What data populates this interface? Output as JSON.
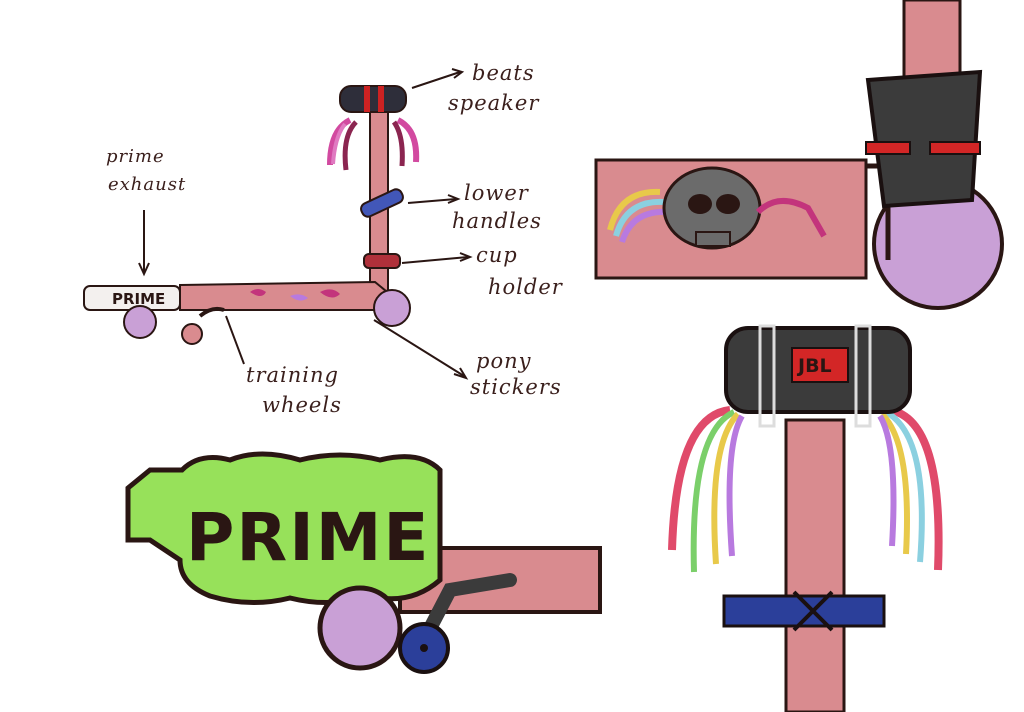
{
  "labels": {
    "beats_speaker_line1": "beats",
    "beats_speaker_line2": "speaker",
    "prime_exhaust_line1": "prime",
    "prime_exhaust_line2": "exhaust",
    "lower_handles_line1": "lower",
    "lower_handles_line2": "handles",
    "cup_holder_line1": "cup",
    "cup_holder_line2": "holder",
    "training_wheels_line1": "training",
    "training_wheels_line2": "wheels",
    "pony_stickers_line1": "pony",
    "pony_stickers_line2": "stickers"
  },
  "branding": {
    "prime_small": "PRIME",
    "prime_large": "PRIME",
    "jbl": "JBL"
  },
  "colors": {
    "outline": "#2a1613",
    "scooter_pink": "#d98b8f",
    "wheel_lilac": "#c9a0d6",
    "speaker_dark": "#3b3b3b",
    "prime_green": "#97e15a",
    "handle_blue": "#2b3f9a",
    "accent_red": "#d32626"
  }
}
